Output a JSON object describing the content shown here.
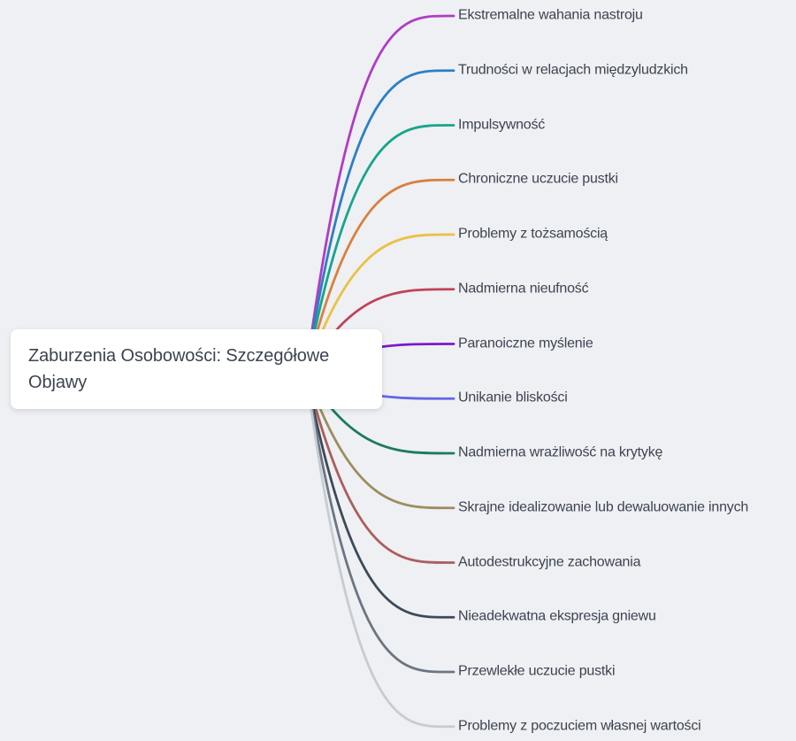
{
  "canvas": {
    "background_color": "#eef0f3",
    "text_color": "#3d4450"
  },
  "root": {
    "title": "Zaburzenia Osobowości: Szczegółowe Objawy"
  },
  "branches": [
    {
      "label": "Ekstremalne wahania nastroju",
      "color": "#b03cc6"
    },
    {
      "label": "Trudności w relacjach międzyludzkich",
      "color": "#2e7fc2"
    },
    {
      "label": "Impulsywność",
      "color": "#17a58c"
    },
    {
      "label": "Chroniczne uczucie pustki",
      "color": "#d8803f"
    },
    {
      "label": "Problemy z tożsamością",
      "color": "#eac243"
    },
    {
      "label": "Nadmierna nieufność",
      "color": "#c04358"
    },
    {
      "label": "Paranoiczne myślenie",
      "color": "#7c17cb"
    },
    {
      "label": "Unikanie bliskości",
      "color": "#6265e6"
    },
    {
      "label": "Nadmierna wrażliwość na krytykę",
      "color": "#1d7a5f"
    },
    {
      "label": "Skrajne idealizowanie lub dewaluowanie innych",
      "color": "#9d8d5f"
    },
    {
      "label": "Autodestrukcyjne zachowania",
      "color": "#ac5d5d"
    },
    {
      "label": "Nieadekwatna ekspresja gniewu",
      "color": "#3d4a57"
    },
    {
      "label": "Przewlekłe uczucie pustki",
      "color": "#6b7682"
    },
    {
      "label": "Problemy z poczuciem własnej wartości",
      "color": "#c6ccd3"
    }
  ]
}
